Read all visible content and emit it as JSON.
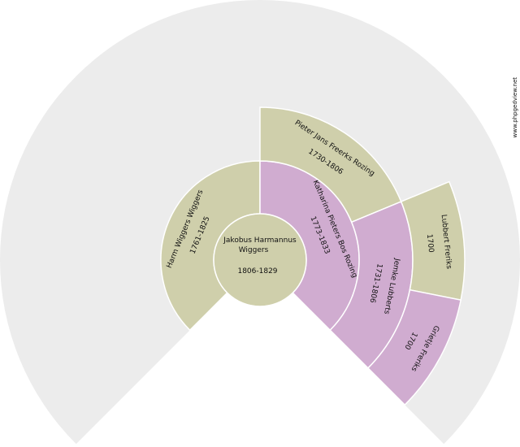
{
  "colors": {
    "background_fan": "#ececec",
    "male": "#cfcfab",
    "female": "#d0acd0",
    "separator": "#ffffff"
  },
  "watermark": "www.phpgedview.net",
  "root": {
    "name_lines": [
      "Jakobus Harmannus",
      "Wiggers"
    ],
    "dates": "1806-1829",
    "sex": "male"
  },
  "ancestors": [
    {
      "id": "father",
      "generation": 1,
      "name": "Harm Wiggers Wiggers",
      "dates": "1761-1825",
      "sex": "male"
    },
    {
      "id": "mother",
      "generation": 1,
      "name": "Katharina Pieters Bos Rozing",
      "dates": "1773-1833",
      "sex": "female"
    },
    {
      "id": "mother-father",
      "generation": 2,
      "name": "Pieter Jans Freerks Rozing",
      "dates": "1730-1806",
      "sex": "male"
    },
    {
      "id": "mother-mother",
      "generation": 2,
      "name": "Jemke Lubberts",
      "dates": "1731-1806",
      "sex": "female"
    },
    {
      "id": "mother-mother-father",
      "generation": 3,
      "name": "Lubbert Freriks",
      "dates": "1700",
      "sex": "male"
    },
    {
      "id": "mother-mother-mother",
      "generation": 3,
      "name": "Grietje Freriks",
      "dates": "1700",
      "sex": "female"
    }
  ]
}
